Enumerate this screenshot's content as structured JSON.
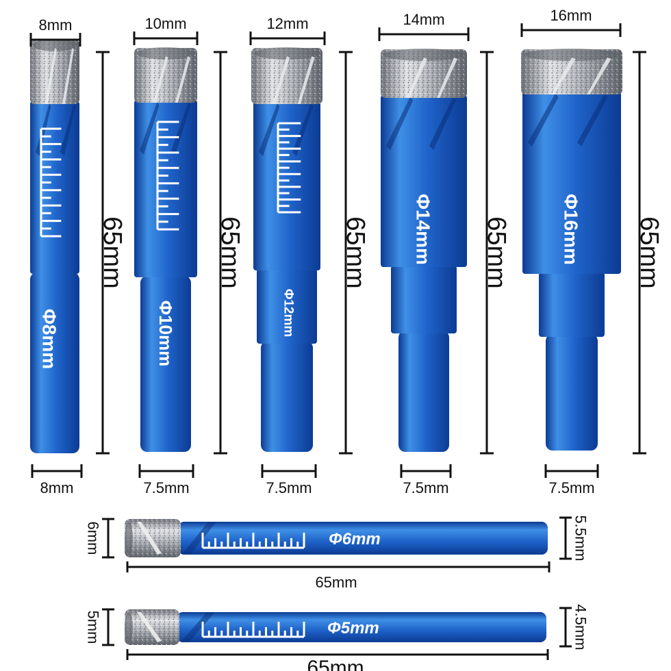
{
  "colors": {
    "body_light": "#3f8fe6",
    "body_mid": "#1f63c9",
    "body_dark": "#0c3b93",
    "grit_light": "#d6d8dc",
    "grit_dark": "#7b7f86",
    "ink": "#111111",
    "etch": "#ffffff"
  },
  "icons": [
    "diamond-core-drill-bit",
    "dimension-bracket"
  ],
  "vertical_bits": [
    {
      "top_dia": "8mm",
      "length": "65mm",
      "shank": "8mm",
      "marking": "Φ8mm"
    },
    {
      "top_dia": "10mm",
      "length": "65mm",
      "shank": "7.5mm",
      "marking": "Φ10mm"
    },
    {
      "top_dia": "12mm",
      "length": "65mm",
      "shank": "7.5mm",
      "marking": "Φ12mm"
    },
    {
      "top_dia": "14mm",
      "length": "65mm",
      "shank": "7.5mm",
      "marking": "Φ14mm"
    },
    {
      "top_dia": "16mm",
      "length": "65mm",
      "shank": "7.5mm",
      "marking": "Φ16mm"
    }
  ],
  "horizontal_bits": [
    {
      "head_dia": "6mm",
      "shank_dia": "5.5mm",
      "length": "65mm",
      "marking": "Φ6mm"
    },
    {
      "head_dia": "5mm",
      "shank_dia": "4.5mm",
      "length": "65mm",
      "marking": "Φ5mm"
    }
  ]
}
